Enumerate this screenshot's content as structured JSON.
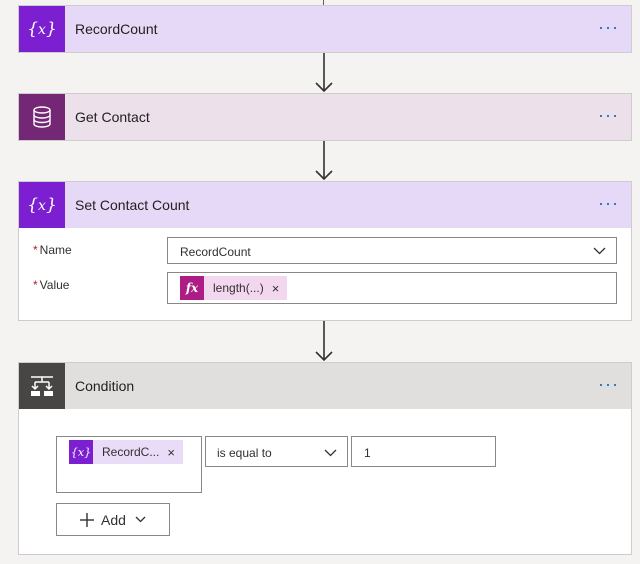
{
  "colors": {
    "variable_accent": "#7b1fd1",
    "variable_header_bg": "#e6d9f7",
    "sql_accent": "#742774",
    "sql_header_bg": "#ece0ea",
    "condition_accent": "#484644",
    "condition_header_bg": "#e1dfdd",
    "expression_accent": "#ae1d86",
    "expression_token_bg": "#f3d7ee",
    "variable_token_bg": "#e9dcf8"
  },
  "cards": {
    "record_count": {
      "title": "RecordCount",
      "icon": "variable-icon",
      "menu": "···"
    },
    "get_contact": {
      "title": "Get Contact",
      "icon": "database-icon",
      "menu": "···"
    },
    "set_contact_count": {
      "title": "Set Contact Count",
      "icon": "variable-icon",
      "menu": "···",
      "name_label": "Name",
      "name_value": "RecordCount",
      "value_label": "Value",
      "value_token": "length(...)",
      "value_token_icon": "fx"
    },
    "condition": {
      "title": "Condition",
      "icon": "condition-icon",
      "menu": "···",
      "left_token": "RecordC...",
      "operator": "is equal to",
      "right_value": "1",
      "add_label": "Add"
    }
  },
  "required_marker": "*",
  "remove_glyph": "×"
}
